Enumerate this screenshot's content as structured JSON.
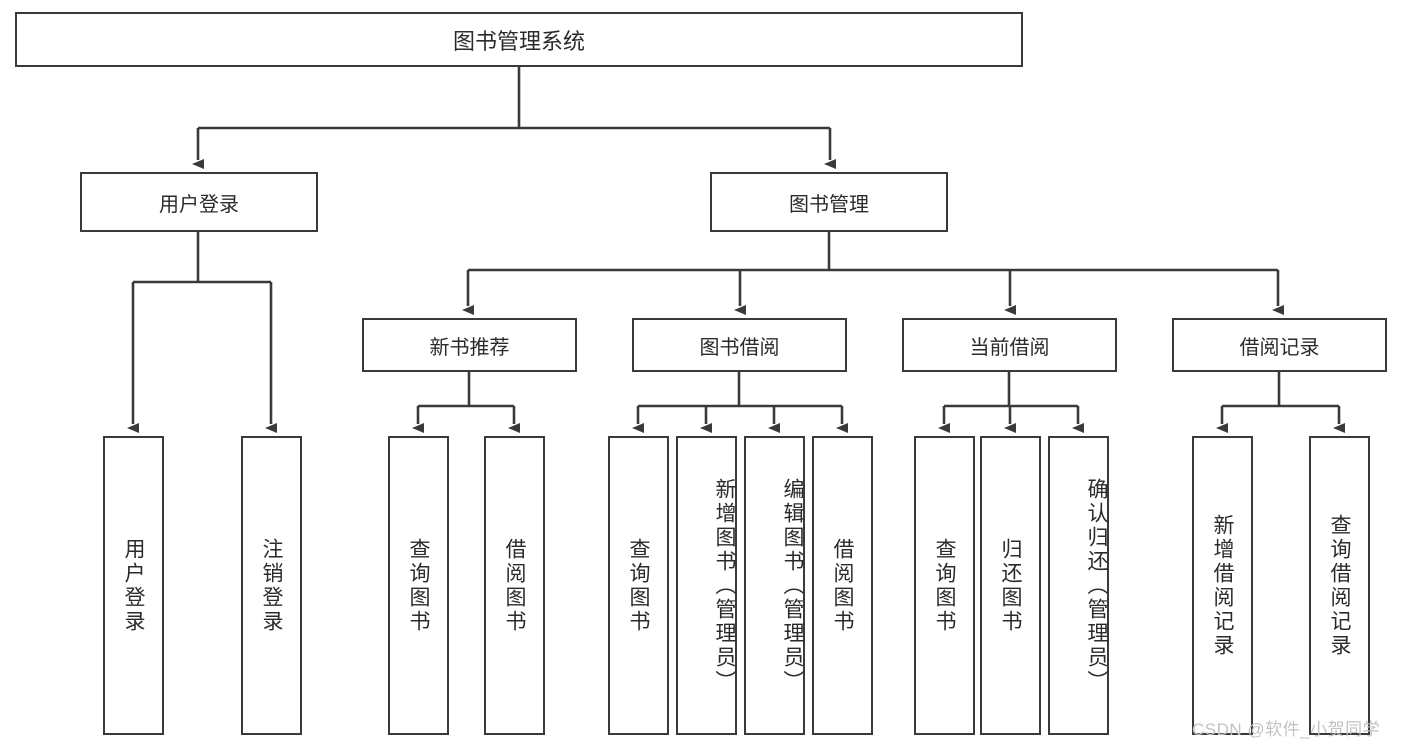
{
  "diagram": {
    "title": "图书管理系统",
    "type": "functional-decomposition-tree",
    "root": {
      "label": "图书管理系统"
    },
    "level2": [
      {
        "label": "用户登录"
      },
      {
        "label": "图书管理"
      }
    ],
    "level3": [
      {
        "label": "新书推荐"
      },
      {
        "label": "图书借阅"
      },
      {
        "label": "当前借阅"
      },
      {
        "label": "借阅记录"
      }
    ],
    "leaves": {
      "user_login": [
        {
          "label": "用户登录"
        },
        {
          "label": "注销登录"
        }
      ],
      "new_book_recommend": [
        {
          "label": "查询图书"
        },
        {
          "label": "借阅图书"
        }
      ],
      "book_borrow": [
        {
          "label": "查询图书"
        },
        {
          "label": "新增图书（管理员）"
        },
        {
          "label": "编辑图书（管理员）"
        },
        {
          "label": "借阅图书"
        }
      ],
      "current_borrow": [
        {
          "label": "查询图书"
        },
        {
          "label": "归还图书"
        },
        {
          "label": "确认归还（管理员）"
        }
      ],
      "borrow_record": [
        {
          "label": "新增借阅记录"
        },
        {
          "label": "查询借阅记录"
        }
      ]
    }
  },
  "watermark": {
    "text": "CSDN @软件_小贺同学"
  },
  "colors": {
    "border": "#3a3a3a",
    "text": "#2b2b2b",
    "background": "#ffffff",
    "watermark": "#c2c2c2"
  }
}
